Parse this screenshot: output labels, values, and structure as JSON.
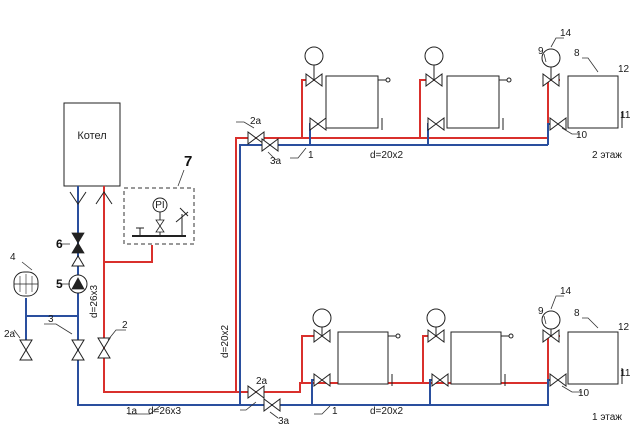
{
  "boiler": {
    "label": "Котел"
  },
  "floors": {
    "top": "2 этаж",
    "bottom": "1 этаж"
  },
  "pipe_sizes": {
    "riser_vertical": "d=26x3",
    "riser_main": "d=20x2",
    "floor_top": "d=20x2",
    "floor_bottom": "d=20x2",
    "bottom_main": "d=26x3"
  },
  "numbers": {
    "n1": "1",
    "n1a": "1a",
    "n2": "2",
    "n2a": "2a",
    "n3": "3",
    "n3a": "3a",
    "n4": "4",
    "n5": "5",
    "n6": "6",
    "n7": "7",
    "n8": "8",
    "n9": "9",
    "n10": "10",
    "n11": "11",
    "n12": "12",
    "n14": "14"
  },
  "gauge": {
    "label": "PI"
  },
  "colors": {
    "supply": "#d9302c",
    "return": "#2a4f9e"
  }
}
